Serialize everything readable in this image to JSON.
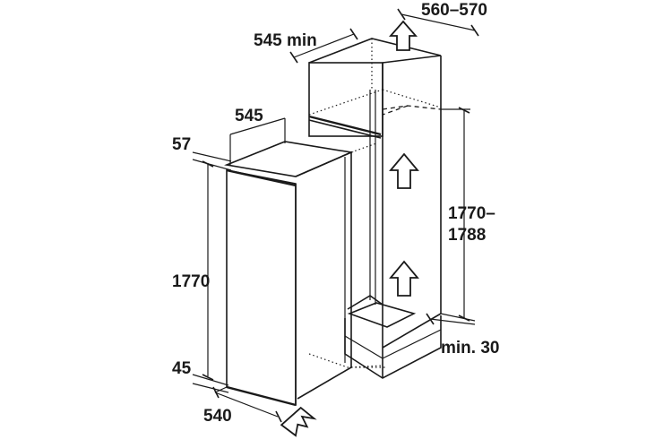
{
  "dimensions": {
    "niche_depth": "560–570",
    "niche_depth_min": "545 min",
    "appliance_depth": "545",
    "top_offset": "57",
    "appliance_height": "1770",
    "niche_height_line1": "1770–",
    "niche_height_line2": "1788",
    "bottom_offset": "45",
    "appliance_width": "540",
    "vent_min": "min. 30"
  },
  "icons": {
    "airflow": "up-arrow-icon",
    "door_swing": "diagonal-arrow-icon"
  },
  "colors": {
    "line": "#1a1a1a",
    "background": "#ffffff"
  }
}
